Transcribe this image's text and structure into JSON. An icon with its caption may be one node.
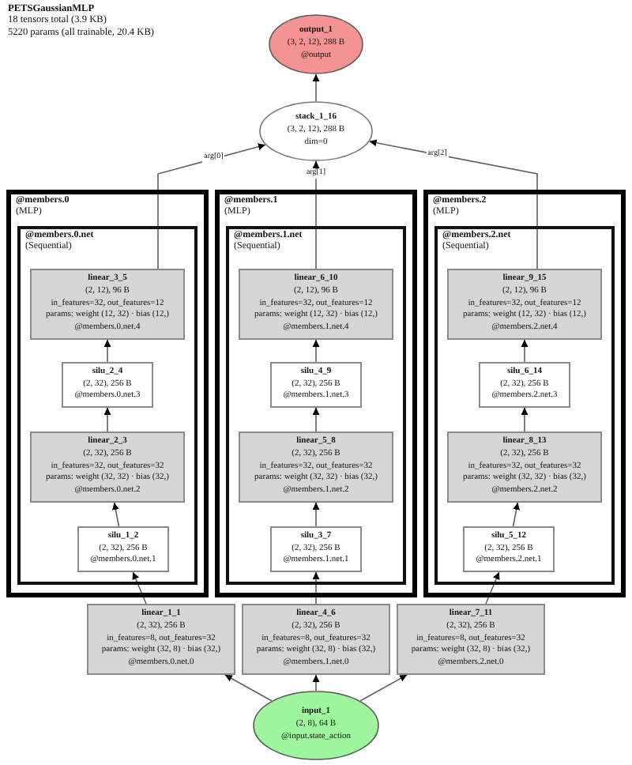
{
  "diagram": {
    "title": "PETSGaussianMLP",
    "nodes": [
      {
        "text": [
          "output_1",
          "(3, 2, 12), 288 B",
          "@output"
        ]
      },
      {
        "text": [
          "stack_1_16",
          "(3, 2, 12), 288 B",
          "dim=0"
        ]
      },
      {
        "text": [
          "@members.0",
          "(MLP)"
        ]
      },
      {
        "text": [
          "@members.0.net",
          "(Sequential)"
        ],
        "in": 2
      },
      {
        "text": [
          "linear_3_5",
          "(2, 12), 96 B",
          "in_features=32, out_features=12",
          "params: weight (12, 32) · bias (12,)",
          "@members.0.net.4"
        ],
        "in": 3
      },
      {
        "text": [
          "silu_2_4",
          "(2, 32), 256 B",
          "@members.0.net.3"
        ],
        "in": 3
      },
      {
        "text": [
          "linear_2_3",
          "(2, 32), 256 B",
          "in_features=32, out_features=32",
          "params: weight (32, 32) · bias (32,)",
          "@members.0.net.2"
        ],
        "in": 3
      },
      {
        "text": [
          "silu_1_2",
          "(2, 32), 256 B",
          "@members.0.net.1"
        ],
        "in": 3
      },
      {
        "text": [
          "@members.1",
          "(MLP)"
        ]
      },
      {
        "text": [
          "@members.1.net",
          "(Sequential)"
        ],
        "in": 8
      },
      {
        "text": [
          "linear_6_10",
          "(2, 12), 96 B",
          "in_features=32, out_features=12",
          "params: weight (12, 32) · bias (12,)",
          "@members.1.net.4"
        ],
        "in": 9
      },
      {
        "text": [
          "silu_4_9",
          "(2, 32), 256 B",
          "@members.1.net.3"
        ],
        "in": 9
      },
      {
        "text": [
          "linear_5_8",
          "(2, 32), 256 B",
          "in_features=32, out_features=32",
          "params: weight (32, 32) · bias (32,)",
          "@members.1.net.2"
        ],
        "in": 9
      },
      {
        "text": [
          "silu_3_7",
          "(2, 32), 256 B",
          "@members.1.net.1"
        ],
        "in": 9
      },
      {
        "text": [
          "@members.2",
          "(MLP)"
        ]
      },
      {
        "text": [
          "@members.2.net",
          "(Sequential)"
        ],
        "in": 14
      },
      {
        "text": [
          "linear_9_15",
          "(2, 12), 96 B",
          "in_features=32, out_features=12",
          "params: weight (12, 32) · bias (12,)",
          "@members.2.net.4"
        ],
        "in": 15
      },
      {
        "text": [
          "silu_6_14",
          "(2, 32), 256 B",
          "@members.2.net.3"
        ],
        "in": 15
      },
      {
        "text": [
          "linear_8_13",
          "(2, 32), 256 B",
          "in_features=32, out_features=32",
          "params: weight (32, 32) · bias (32,)",
          "@members.2.net.2"
        ],
        "in": 15
      },
      {
        "text": [
          "silu_5_12",
          "(2, 32), 256 B",
          "@members.2.net.1"
        ],
        "in": 15
      },
      {
        "text": [
          "linear_1_1",
          "(2, 32), 256 B",
          "in_features=8, out_features=32",
          "params: weight (32, 8) · bias (32,)",
          "@members.0.net.0"
        ]
      },
      {
        "text": [
          "linear_4_6",
          "(2, 32), 256 B",
          "in_features=8, out_features=32",
          "params: weight (32, 8) · bias (32,)",
          "@members.1.net.0"
        ]
      },
      {
        "text": [
          "linear_7_11",
          "(2, 32), 256 B",
          "in_features=8, out_features=32",
          "params: weight (32, 8) · bias (32,)",
          "@members.2.net.0"
        ]
      },
      {
        "text": [
          "input_1",
          "(2, 8), 64 B",
          "@input.state_action"
        ]
      }
    ],
    "edges": [
      {
        "from": 1,
        "to": 0,
        "arrow": "to"
      },
      {
        "from": 4,
        "to": 1,
        "arrow": "to",
        "label": "arg[0]"
      },
      {
        "from": 10,
        "to": 1,
        "arrow": "to",
        "label": "arg[1]"
      },
      {
        "from": 16,
        "to": 1,
        "arrow": "to",
        "label": "arg[2]"
      },
      {
        "from": 5,
        "to": 4,
        "arrow": "to"
      },
      {
        "from": 6,
        "to": 5,
        "arrow": "to"
      },
      {
        "from": 7,
        "to": 6,
        "arrow": "to"
      },
      {
        "from": 20,
        "to": 7,
        "arrow": "to"
      },
      {
        "from": 11,
        "to": 10,
        "arrow": "to"
      },
      {
        "from": 12,
        "to": 11,
        "arrow": "to"
      },
      {
        "from": 13,
        "to": 12,
        "arrow": "to"
      },
      {
        "from": 21,
        "to": 13,
        "arrow": "to"
      },
      {
        "from": 17,
        "to": 16,
        "arrow": "to"
      },
      {
        "from": 18,
        "to": 17,
        "arrow": "to"
      },
      {
        "from": 19,
        "to": 18,
        "arrow": "to"
      },
      {
        "from": 22,
        "to": 19,
        "arrow": "to"
      },
      {
        "from": 23,
        "to": 20,
        "arrow": "to"
      },
      {
        "from": 23,
        "to": 21,
        "arrow": "to"
      },
      {
        "from": 23,
        "to": 22,
        "arrow": "to"
      }
    ],
    "labels": [
      "18 tensors total (3.9 KB)",
      "5220 params (all trainable, 20.4 KB)"
    ]
  }
}
